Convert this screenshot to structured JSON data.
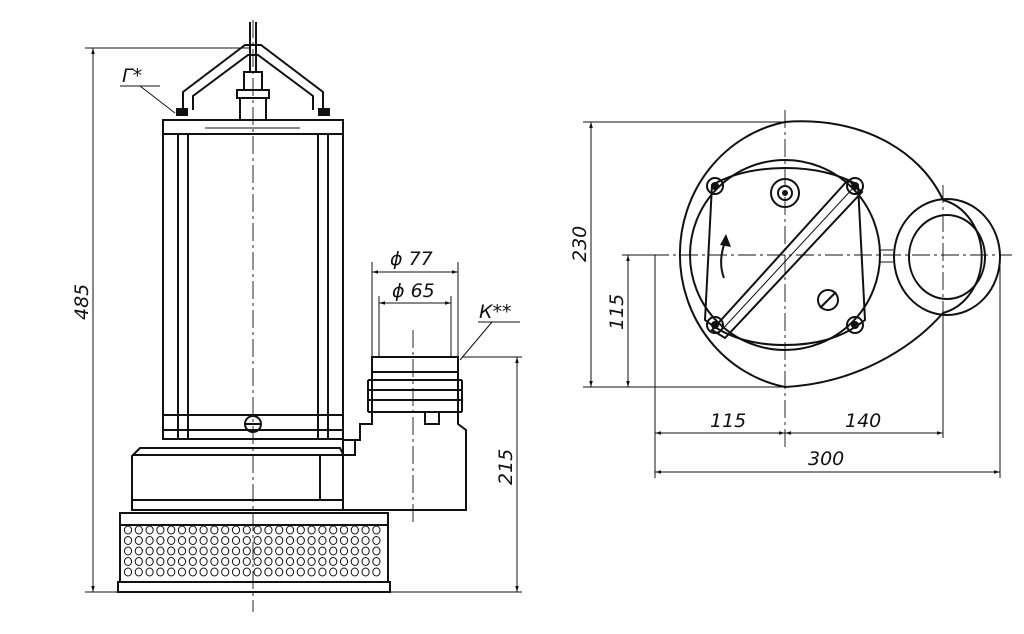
{
  "annotations": {
    "g_mark": "Г*",
    "k_mark": "К**"
  },
  "dimensions": {
    "height_total": "485",
    "outlet_outer_dia": "ϕ 77",
    "outlet_inner_dia": "ϕ 65",
    "outlet_height": "215",
    "plan_depth": "230",
    "plan_half_depth": "115",
    "plan_left": "115",
    "plan_right": "140",
    "plan_width": "300"
  }
}
